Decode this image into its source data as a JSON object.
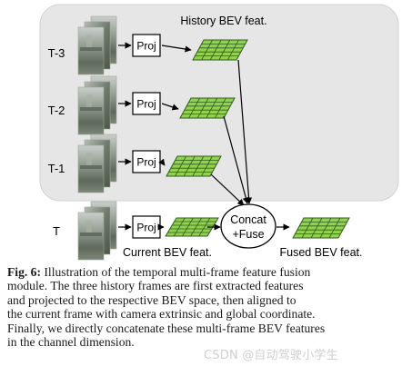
{
  "frames": [
    {
      "time_label": "T-3"
    },
    {
      "time_label": "T-2"
    },
    {
      "time_label": "T-1"
    },
    {
      "time_label": "T"
    }
  ],
  "proj_label": "Proj",
  "history_label": "History BEV feat.",
  "fuse_label_line1": "Concat",
  "fuse_label_line2": "+Fuse",
  "current_label": "Current BEV feat.",
  "fused_label": "Fused BEV feat.",
  "caption": {
    "fig_label": "Fig. 6:",
    "line1": "Illustration of the temporal multi-frame feature fusion",
    "line2": "module. The three history frames are first extracted features",
    "line3": "and projected to the respective BEV space, then aligned to",
    "line4": "the current frame with camera extrinsic and global coordinate.",
    "line5": "Finally, we directly concatenate these multi-frame BEV features",
    "line6": "in the channel dimension."
  },
  "watermark": "CSDN @自动驾驶小学生",
  "colors": {
    "history_panel": "#e6e6e6",
    "grid_fill": "#92d050",
    "grid_line": "#2e5e1c",
    "arrow": "#000000"
  }
}
